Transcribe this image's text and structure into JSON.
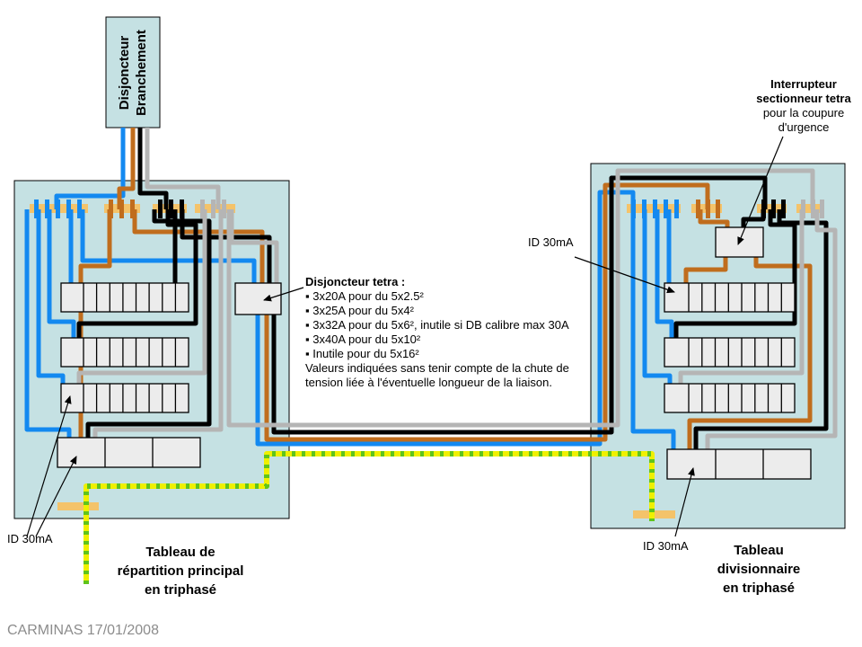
{
  "diagram": {
    "db_box": {
      "lines": [
        "Disjoncteur",
        "Branchement"
      ]
    },
    "interrupteur_note": {
      "bold_lines": [
        "Interrupteur",
        "sectionneur tetra"
      ],
      "lines": [
        "pour la coupure",
        "d'urgence"
      ]
    },
    "disjoncteur_note": {
      "title": "Disjoncteur tetra :",
      "bullets": [
        "▪ 3x20A pour du 5x2.5²",
        "▪ 3x25A pour du 5x4²",
        "▪ 3x32A pour du 5x6², inutile si DB calibre max 30A",
        "▪ 3x40A pour du 5x10²",
        "▪ Inutile pour du 5x16²"
      ],
      "note_lines": [
        "Valeurs indiquées sans tenir compte de la chute de",
        "tension liée à l'éventuelle longueur de la liaison."
      ]
    },
    "id_labels": {
      "right_top": "ID 30mA",
      "left_bottom": "ID 30mA",
      "right_bottom": "ID 30mA"
    },
    "left_panel_title_lines": [
      "Tableau de",
      "répartition principal",
      "en triphasé"
    ],
    "right_panel_title_lines": [
      "Tableau",
      "divisionnaire",
      "en triphasé"
    ],
    "footer": "CARMINAS 17/01/2008",
    "colors": {
      "panel": "#c5e1e3",
      "module": "#ececec",
      "busbar": "#f4c36a",
      "wire_blue": "#1389f0",
      "wire_orange": "#c06d1d",
      "wire_black": "#000000",
      "wire_gray": "#b5b5b5",
      "earth_yellow": "#f0f000",
      "earth_green": "#5fc41c"
    }
  }
}
